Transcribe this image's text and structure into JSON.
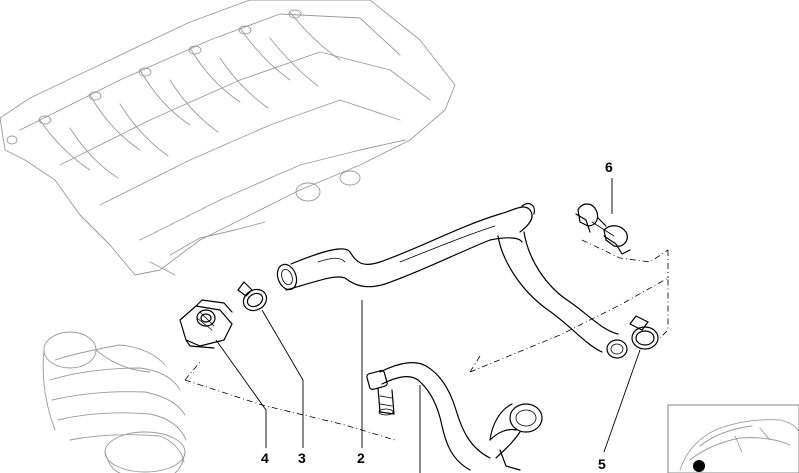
{
  "callouts": {
    "part_6": "6",
    "part_4": "4",
    "part_3": "3",
    "part_2": "2",
    "part_5": "5"
  },
  "colors": {
    "line": "#000000",
    "light_line": "#999999",
    "background": "#ffffff"
  }
}
